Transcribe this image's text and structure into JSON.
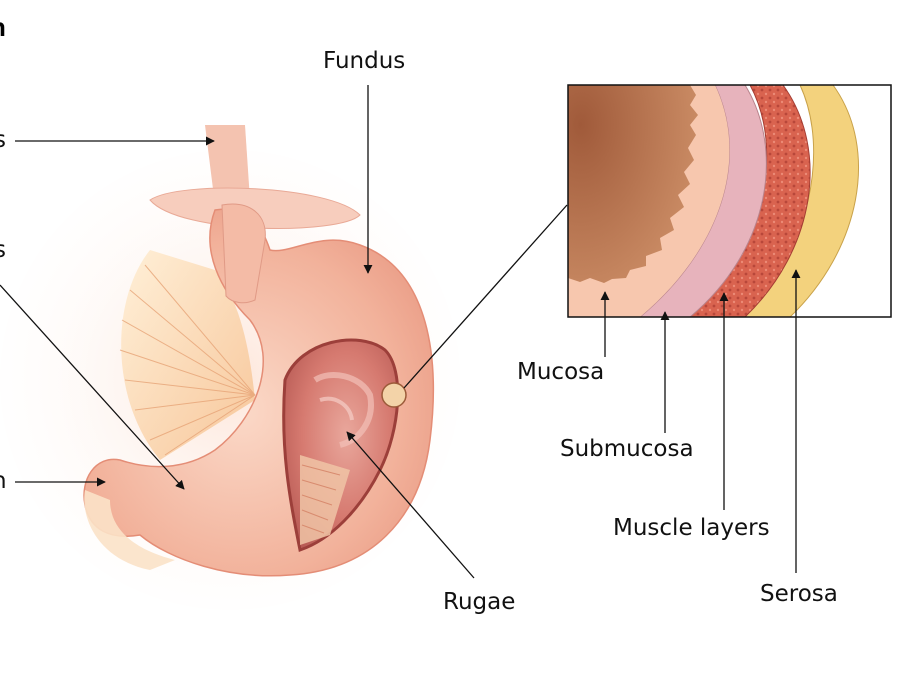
{
  "title_fragment": "h",
  "labels": {
    "fundus": "Fundus",
    "rugae": "Rugae",
    "mucosa": "Mucosa",
    "submucosa": "Submucosa",
    "muscle_layers": "Muscle layers",
    "serosa": "Serosa"
  },
  "cut_labels": {
    "left1": "s",
    "left2": "s",
    "left3": "n"
  },
  "colors": {
    "stomach": "#f2b7a3",
    "mucosa_inner": "#b26b4a",
    "submucosa": "#f7c7ae",
    "muscle": "#d9634f",
    "serosa": "#f3d27d"
  }
}
